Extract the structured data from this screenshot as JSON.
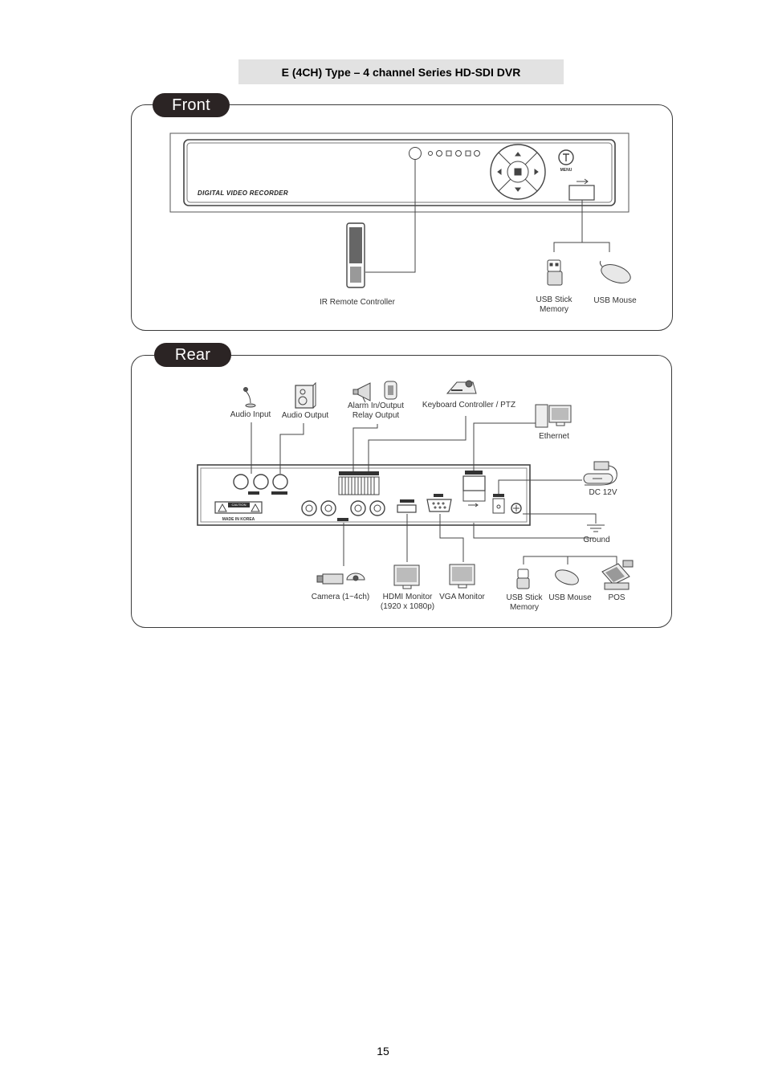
{
  "title": "E (4CH) Type – 4 channel Series HD-SDI DVR",
  "front": {
    "tab_label": "Front",
    "device_text": "DIGITAL VIDEO RECORDER",
    "menu_label": "MENU",
    "labels": {
      "ir_remote": "IR Remote Controller",
      "usb_stick_line1": "USB Stick",
      "usb_stick_line2": "Memory",
      "usb_mouse": "USB Mouse"
    }
  },
  "rear": {
    "tab_label": "Rear",
    "device_text": {
      "made_in": "MADE IN KOREA",
      "caution": "CAUTION"
    },
    "labels": {
      "audio_input": "Audio Input",
      "audio_output": "Audio Output",
      "alarm_line1": "Alarm In/Output",
      "alarm_line2": "Relay Output",
      "keyboard": "Keyboard Controller / PTZ",
      "ethernet": "Ethernet",
      "dc": "DC 12V",
      "ground": "Ground",
      "camera": "Camera (1~4ch)",
      "hdmi_line1": "HDMI Monitor",
      "hdmi_line2": "(1920 x 1080p)",
      "vga": "VGA Monitor",
      "usb_stick_line1": "USB Stick",
      "usb_stick_line2": "Memory",
      "usb_mouse": "USB Mouse",
      "pos": "POS"
    }
  },
  "page_number": "15"
}
